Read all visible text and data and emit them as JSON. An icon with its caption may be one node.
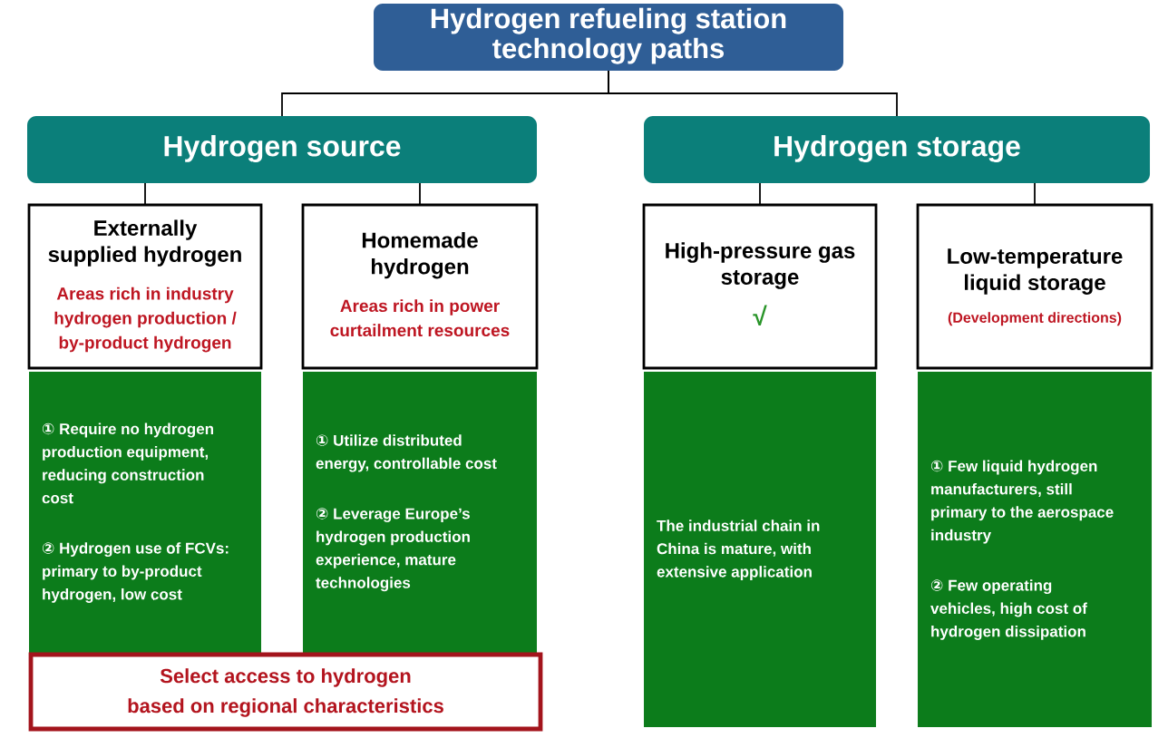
{
  "diagram": {
    "nodes": [
      {
        "text": [
          "Hydrogen refueling station technology paths"
        ]
      },
      {
        "text": [
          "Hydrogen source"
        ]
      },
      {
        "text": [
          "Hydrogen storage"
        ]
      },
      {
        "text": [
          "Externally supplied hydrogen",
          "Areas rich in industry hydrogen production / by-product hydrogen"
        ]
      },
      {
        "text": [
          "Homemade hydrogen",
          "Areas rich in power curtailment resources"
        ]
      },
      {
        "text": [
          "High-pressure gas storage",
          "√"
        ]
      },
      {
        "text": [
          "Low-temperature liquid storage",
          "(Development directions)"
        ]
      },
      {
        "text": [
          "① Require no hydrogen production equipment, reducing construction cost",
          "② Hydrogen use of FCVs: primary to by-product hydrogen, low cost"
        ]
      },
      {
        "text": [
          "① Utilize distributed energy, controllable cost",
          "② Leverage Europe’s hydrogen production experience, mature technologies"
        ]
      },
      {
        "text": [
          "The industrial chain in China is mature, with extensive application"
        ]
      },
      {
        "text": [
          "① Few liquid hydrogen manufacturers, still primary to the aerospace industry",
          "② Few operating vehicles, high cost of hydrogen dissipation"
        ]
      },
      {
        "text": [
          "Select access to hydrogen based on regional characteristics"
        ]
      }
    ],
    "edges": [
      {
        "from": 0,
        "to": 1,
        "arrow": "none"
      },
      {
        "from": 0,
        "to": 2,
        "arrow": "none"
      },
      {
        "from": 1,
        "to": 3,
        "arrow": "none"
      },
      {
        "from": 1,
        "to": 4,
        "arrow": "none"
      },
      {
        "from": 2,
        "to": 5,
        "arrow": "none"
      },
      {
        "from": 2,
        "to": 6,
        "arrow": "none"
      }
    ]
  }
}
